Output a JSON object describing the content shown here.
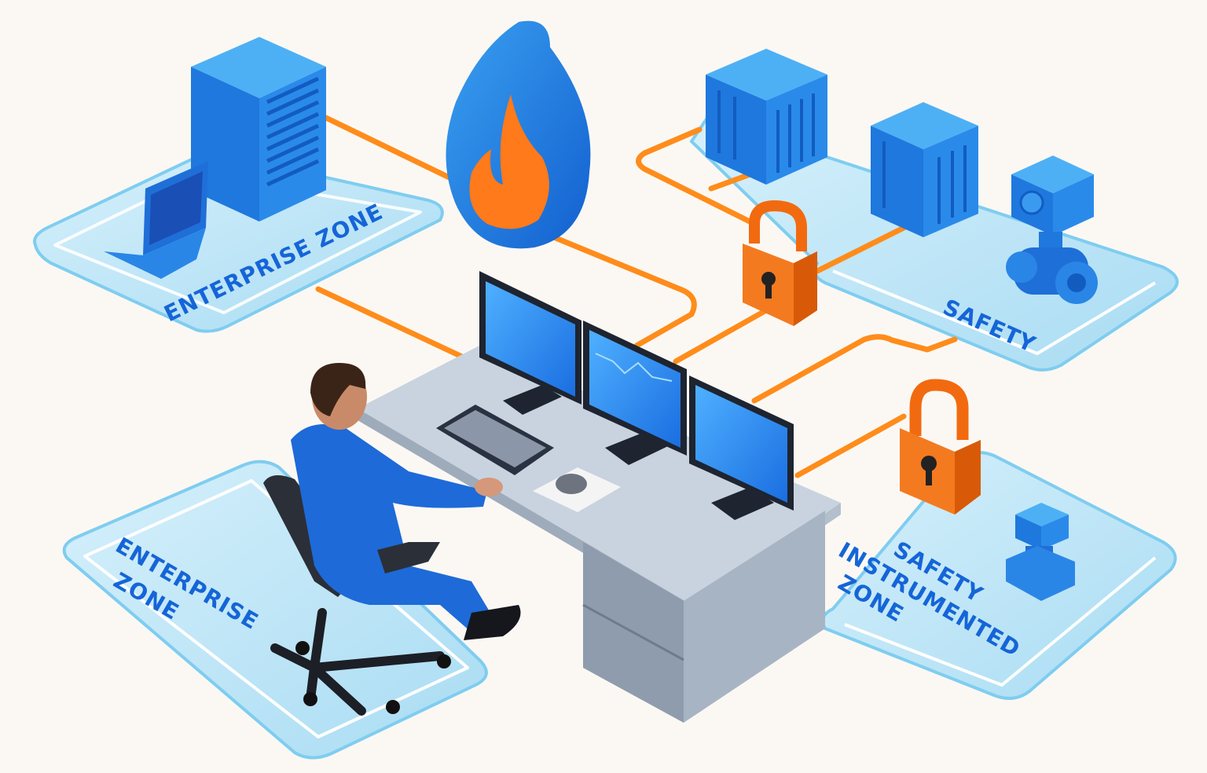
{
  "zones": [
    {
      "id": "enterprise-top",
      "label": "ENTERPRISE ZONE"
    },
    {
      "id": "safety-top",
      "label": "SAFETY"
    },
    {
      "id": "enterprise-bottom",
      "lines": [
        "ENTERPRISE",
        "ZONE"
      ]
    },
    {
      "id": "safety-instrumented",
      "lines": [
        "SAFETY",
        "INSTRUMENTED",
        "ZONE"
      ]
    }
  ],
  "colors": {
    "platform": "#bfe6f7",
    "platform_edge": "#7fcdf0",
    "device_blue": "#1e7fe0",
    "cable_orange": "#ff8c1a",
    "lock_orange": "#f26a0f",
    "desk": "#c9d3df",
    "label_blue": "#1565d8"
  },
  "icons": [
    "server-icon",
    "laptop-icon",
    "firewall-flame-icon",
    "padlock-icon",
    "cabinet-icon",
    "valve-icon",
    "monitor-icon",
    "keyboard-icon",
    "mouse-icon",
    "operator-figure",
    "office-chair"
  ]
}
